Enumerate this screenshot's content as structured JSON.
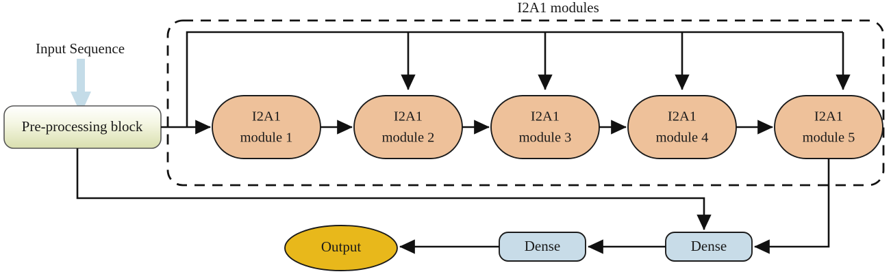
{
  "diagram": {
    "title": "I2A1 modules",
    "input_label": "Input Sequence",
    "preprocessing": {
      "label": "Pre-processing block",
      "fill_top": "#ffffff",
      "fill_bottom": "#dde2b4"
    },
    "modules": [
      {
        "line1": "I2A1",
        "line2": "module 1"
      },
      {
        "line1": "I2A1",
        "line2": "module 2"
      },
      {
        "line1": "I2A1",
        "line2": "module 3"
      },
      {
        "line1": "I2A1",
        "line2": "module 4"
      },
      {
        "line1": "I2A1",
        "line2": "module 5"
      }
    ],
    "module_fill": "#eec19a",
    "dense_blocks": [
      {
        "label": "Dense"
      },
      {
        "label": "Dense"
      }
    ],
    "dense_fill": "#c8dce8",
    "output": {
      "label": "Output",
      "fill": "#e8b81b"
    },
    "input_arrow_color": "#c4dce8",
    "line_color": "#111111"
  }
}
